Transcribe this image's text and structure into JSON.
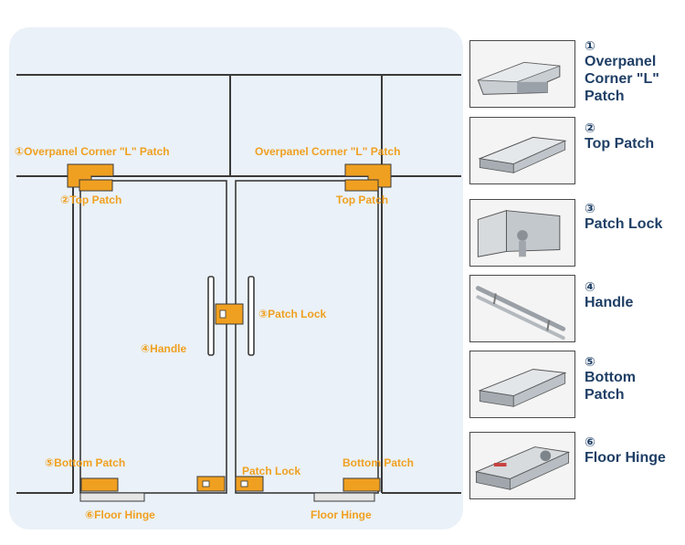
{
  "diagram_labels": {
    "overpanel_left": "①Overpanel Corner \"L\" Patch",
    "top_left": "②Top Patch",
    "overpanel_right": "Overpanel Corner \"L\" Patch",
    "top_right": "Top Patch",
    "patch_lock_mid": "③Patch Lock",
    "handle": "④Handle",
    "bottom_left": "⑤Bottom Patch",
    "bottom_right": "Bottom Patch",
    "patch_lock_bottom": "Patch Lock",
    "floor_hinge_left": "⑥Floor Hinge",
    "floor_hinge_right": "Floor Hinge"
  },
  "parts": [
    {
      "num": "①",
      "name": "Overpanel Corner \"L\" Patch",
      "icon": "overpanel-corner-l-patch-photo"
    },
    {
      "num": "②",
      "name": "Top Patch",
      "icon": "top-patch-photo"
    },
    {
      "num": "③",
      "name": "Patch Lock",
      "icon": "patch-lock-photo"
    },
    {
      "num": "④",
      "name": "Handle",
      "icon": "handle-photo"
    },
    {
      "num": "⑤",
      "name": "Bottom Patch",
      "icon": "bottom-patch-photo"
    },
    {
      "num": "⑥",
      "name": "Floor Hinge",
      "icon": "floor-hinge-photo"
    }
  ],
  "colors": {
    "label_orange": "#f0a020",
    "fitting_orange": "#f0a020",
    "part_label_blue": "#1f3f66",
    "glass_panel": "#eaf1f8"
  }
}
